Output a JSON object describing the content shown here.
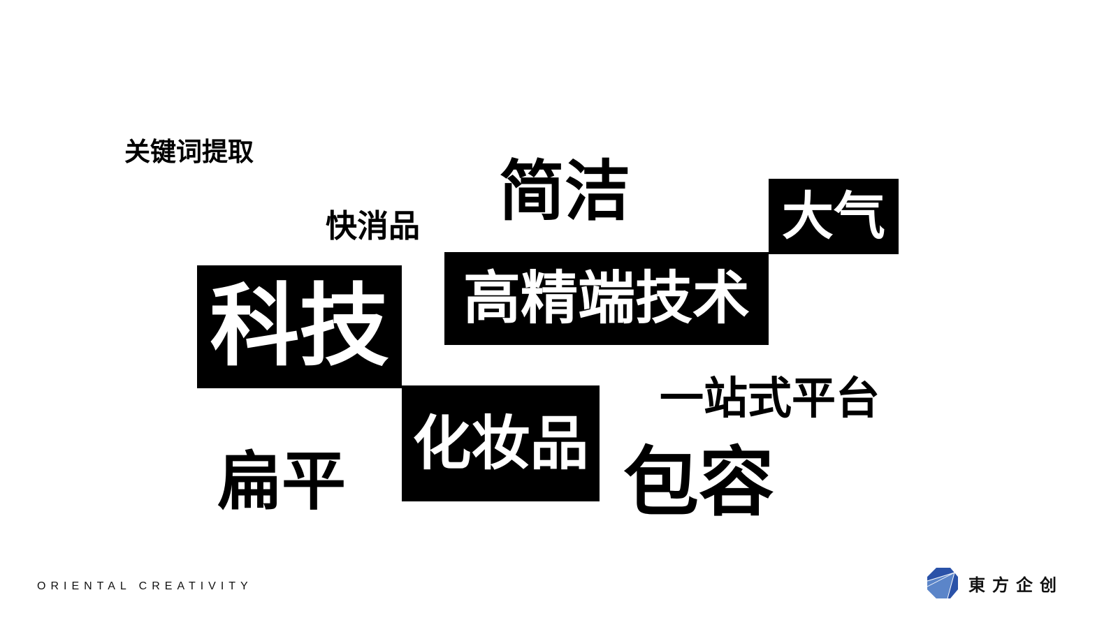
{
  "heading": "关键词提取",
  "keywords": {
    "simple": "简洁",
    "fmcg": "快消品",
    "grand": "大气",
    "high_tech": "高精端技术",
    "tech": "科技",
    "one_stop": "一站式平台",
    "cosmetics": "化妆品",
    "flat": "扁平",
    "inclusive": "包容"
  },
  "footer": {
    "tagline": "ORIENTAL CREATIVITY",
    "brand": "東方企创"
  },
  "colors": {
    "box": "#000000",
    "logo": "#2a52a8"
  }
}
